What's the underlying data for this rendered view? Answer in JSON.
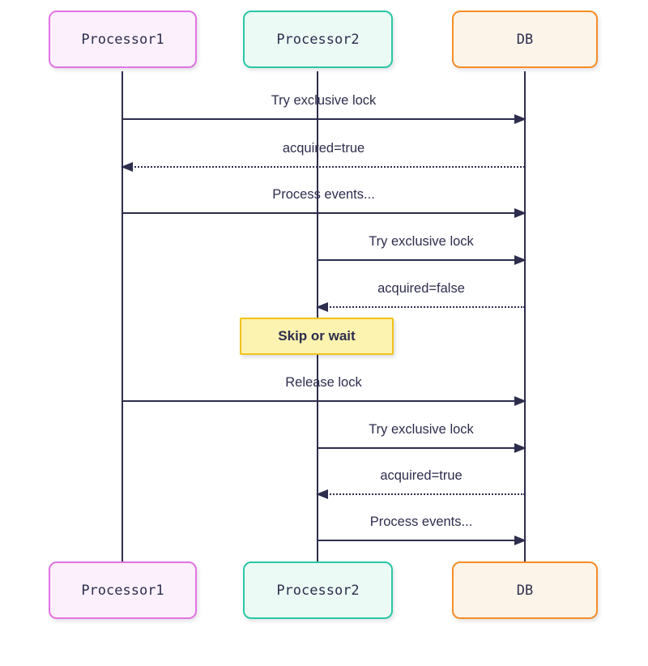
{
  "diagram": {
    "type": "sequence-diagram",
    "colors": {
      "background": "#ffffff",
      "line_and_text": "#2d2d4e",
      "actor1_border": "#e273e2",
      "actor1_fill": "#fcf0fc",
      "actor2_border": "#2ac7a5",
      "actor2_fill": "#ebfaf5",
      "actor3_border": "#f78c28",
      "actor3_fill": "#fdf4e9",
      "note_border": "#f1c21b",
      "note_fill": "#fcf3b0"
    },
    "actors": [
      {
        "id": "processor1",
        "label": "Processor1"
      },
      {
        "id": "processor2",
        "label": "Processor2"
      },
      {
        "id": "db",
        "label": "DB"
      }
    ],
    "messages": [
      {
        "label": "Try exclusive lock",
        "from": "processor1",
        "to": "db",
        "line": "solid"
      },
      {
        "label": "acquired=true",
        "from": "db",
        "to": "processor1",
        "line": "dotted"
      },
      {
        "label": "Process events...",
        "from": "processor1",
        "to": "db",
        "line": "solid"
      },
      {
        "label": "Try exclusive lock",
        "from": "processor2",
        "to": "db",
        "line": "solid"
      },
      {
        "label": "acquired=false",
        "from": "db",
        "to": "processor2",
        "line": "dotted"
      },
      {
        "label": "Release lock",
        "from": "processor1",
        "to": "db",
        "line": "solid"
      },
      {
        "label": "Try exclusive lock",
        "from": "processor2",
        "to": "db",
        "line": "solid"
      },
      {
        "label": "acquired=true",
        "from": "db",
        "to": "processor2",
        "line": "dotted"
      },
      {
        "label": "Process events...",
        "from": "processor2",
        "to": "db",
        "line": "solid"
      }
    ],
    "note": {
      "label": "Skip or wait",
      "over": "processor2"
    }
  }
}
